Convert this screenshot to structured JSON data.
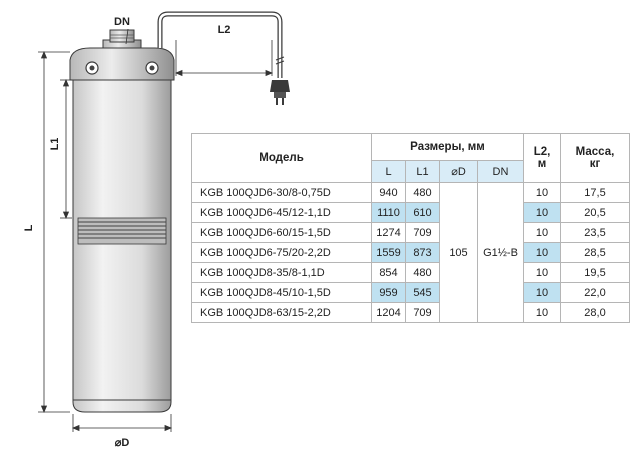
{
  "drawing": {
    "labels": {
      "dn": "DN",
      "l2": "L2",
      "l1": "L1",
      "l": "L",
      "diam": "⌀D"
    }
  },
  "table": {
    "header_model": "Модель",
    "header_dims": "Размеры, мм",
    "header_l2": "L2,\nм",
    "header_mass": "Масса,\nкг",
    "sub_headers": [
      "L",
      "L1",
      "⌀D",
      "DN"
    ],
    "merged_d": "105",
    "merged_dn": "G1½-B",
    "rows": [
      {
        "model": "KGB 100QJD6-30/8-0,75D",
        "l": "940",
        "l1": "480",
        "l2": "10",
        "mass": "17,5"
      },
      {
        "model": "KGB 100QJD6-45/12-1,1D",
        "l": "1110",
        "l1": "610",
        "l2": "10",
        "mass": "20,5"
      },
      {
        "model": "KGB 100QJD6-60/15-1,5D",
        "l": "1274",
        "l1": "709",
        "l2": "10",
        "mass": "23,5"
      },
      {
        "model": "KGB 100QJD6-75/20-2,2D",
        "l": "1559",
        "l1": "873",
        "l2": "10",
        "mass": "28,5"
      },
      {
        "model": "KGB 100QJD8-35/8-1,1D",
        "l": "854",
        "l1": "480",
        "l2": "10",
        "mass": "19,5"
      },
      {
        "model": "KGB 100QJD8-45/10-1,5D",
        "l": "959",
        "l1": "545",
        "l2": "10",
        "mass": "22,0"
      },
      {
        "model": "KGB 100QJD8-63/15-2,2D",
        "l": "1204",
        "l1": "709",
        "l2": "10",
        "mass": "28,0"
      }
    ],
    "highlight_color": "#bfe1f1",
    "subheader_color": "#d9ecf7"
  }
}
